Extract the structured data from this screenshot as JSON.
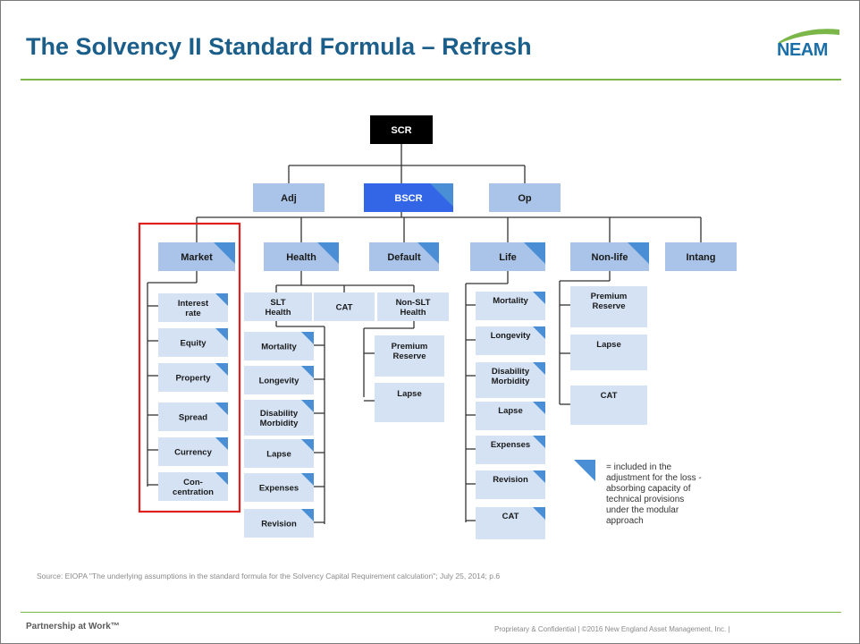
{
  "slide": {
    "title": "The Solvency II Standard Formula – Refresh",
    "logo_text": "NEAM",
    "source": "Source: EIOPA \"The underlying assumptions in the standard formula for the Solvency Capital Requirement calculation\"; July 25, 2014; p.6",
    "footer_left": "Partnership at Work™",
    "footer_right": "Proprietary & Confidential   |   ©2016 New England Asset Management, Inc.   |"
  },
  "colors": {
    "title": "#1b5e8a",
    "rule": "#7ab648",
    "module_fill": "#a9c4e8",
    "sub_fill": "#d4e2f4",
    "triangle": "#4a8fd6",
    "scr_fill": "#000000",
    "bscr_fill": "#3366e6",
    "highlight": "#e02020"
  },
  "diagram": {
    "root": "SCR",
    "level1": [
      "Adj",
      "BSCR",
      "Op"
    ],
    "modules": [
      "Market",
      "Health",
      "Default",
      "Life",
      "Non-life",
      "Intang"
    ],
    "market": [
      "Interest rate",
      "Equity",
      "Property",
      "Spread",
      "Currency",
      "Con- centration"
    ],
    "health_groups": [
      "SLT Health",
      "CAT",
      "Non-SLT Health"
    ],
    "slt_health": [
      "Mortality",
      "Longevity",
      "Disability Morbidity",
      "Lapse",
      "Expenses",
      "Revision"
    ],
    "non_slt_health": [
      "Premium Reserve",
      "Lapse"
    ],
    "life": [
      "Mortality",
      "Longevity",
      "Disability Morbidity",
      "Lapse",
      "Expenses",
      "Revision",
      "CAT"
    ],
    "non_life": [
      "Premium Reserve",
      "Lapse",
      "CAT"
    ],
    "legend": "= included in the adjustment for the loss - absorbing capacity of technical provisions under the modular approach"
  }
}
